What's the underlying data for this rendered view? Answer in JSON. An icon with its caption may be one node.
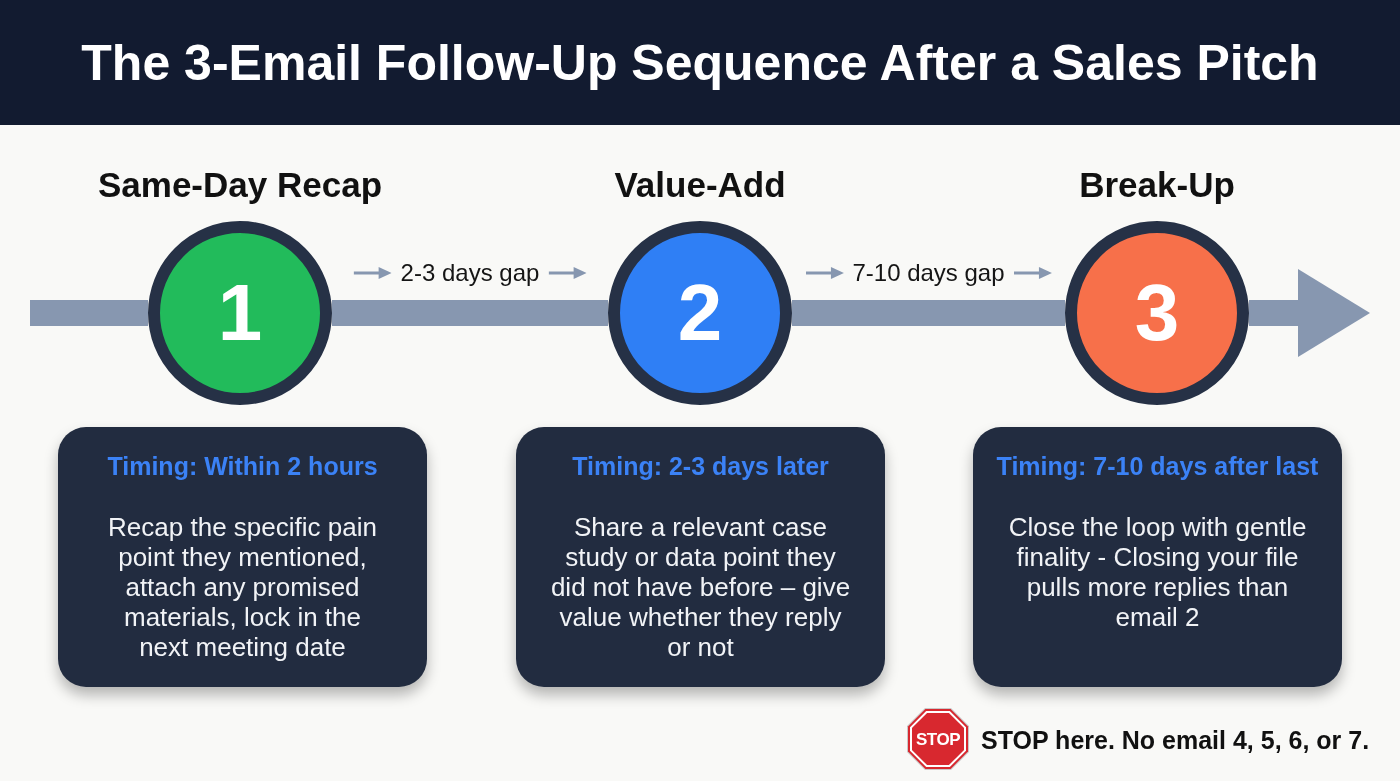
{
  "diagram": {
    "title": "The 3-Email Follow-Up Sequence After a Sales Pitch",
    "nodes": [
      {
        "text": [
          "1"
        ],
        "beside": [
          "Same-Day Recap"
        ]
      },
      {
        "text": [
          "2"
        ],
        "beside": [
          "Value-Add"
        ]
      },
      {
        "text": [
          "3"
        ],
        "beside": [
          "Break-Up"
        ]
      },
      {
        "text": [
          "Timing: Within 2 hours",
          "Recap the specific pain point they mentioned, attach any promised materials, lock in the next meeting date"
        ]
      },
      {
        "text": [
          "Timing: 2-3 days later",
          "Share a relevant case study or data point they did not have before – give value whether they reply or not"
        ]
      },
      {
        "text": [
          "Timing: 7-10 days after last",
          "Close the loop with gentle finality - Closing your file pulls more replies than email 2"
        ]
      },
      {
        "text": [
          "STOP"
        ]
      }
    ],
    "edges": [
      {
        "from": null,
        "to": 0,
        "arrow": "none"
      },
      {
        "from": 0,
        "to": 1,
        "arrow": "none",
        "label": "2-3 days gap"
      },
      {
        "from": 1,
        "to": 2,
        "arrow": "none",
        "label": "7-10 days gap"
      },
      {
        "from": 2,
        "to": null,
        "arrow": "to"
      }
    ],
    "labels": [
      "STOP here. No email 4, 5, 6, or 7."
    ]
  }
}
